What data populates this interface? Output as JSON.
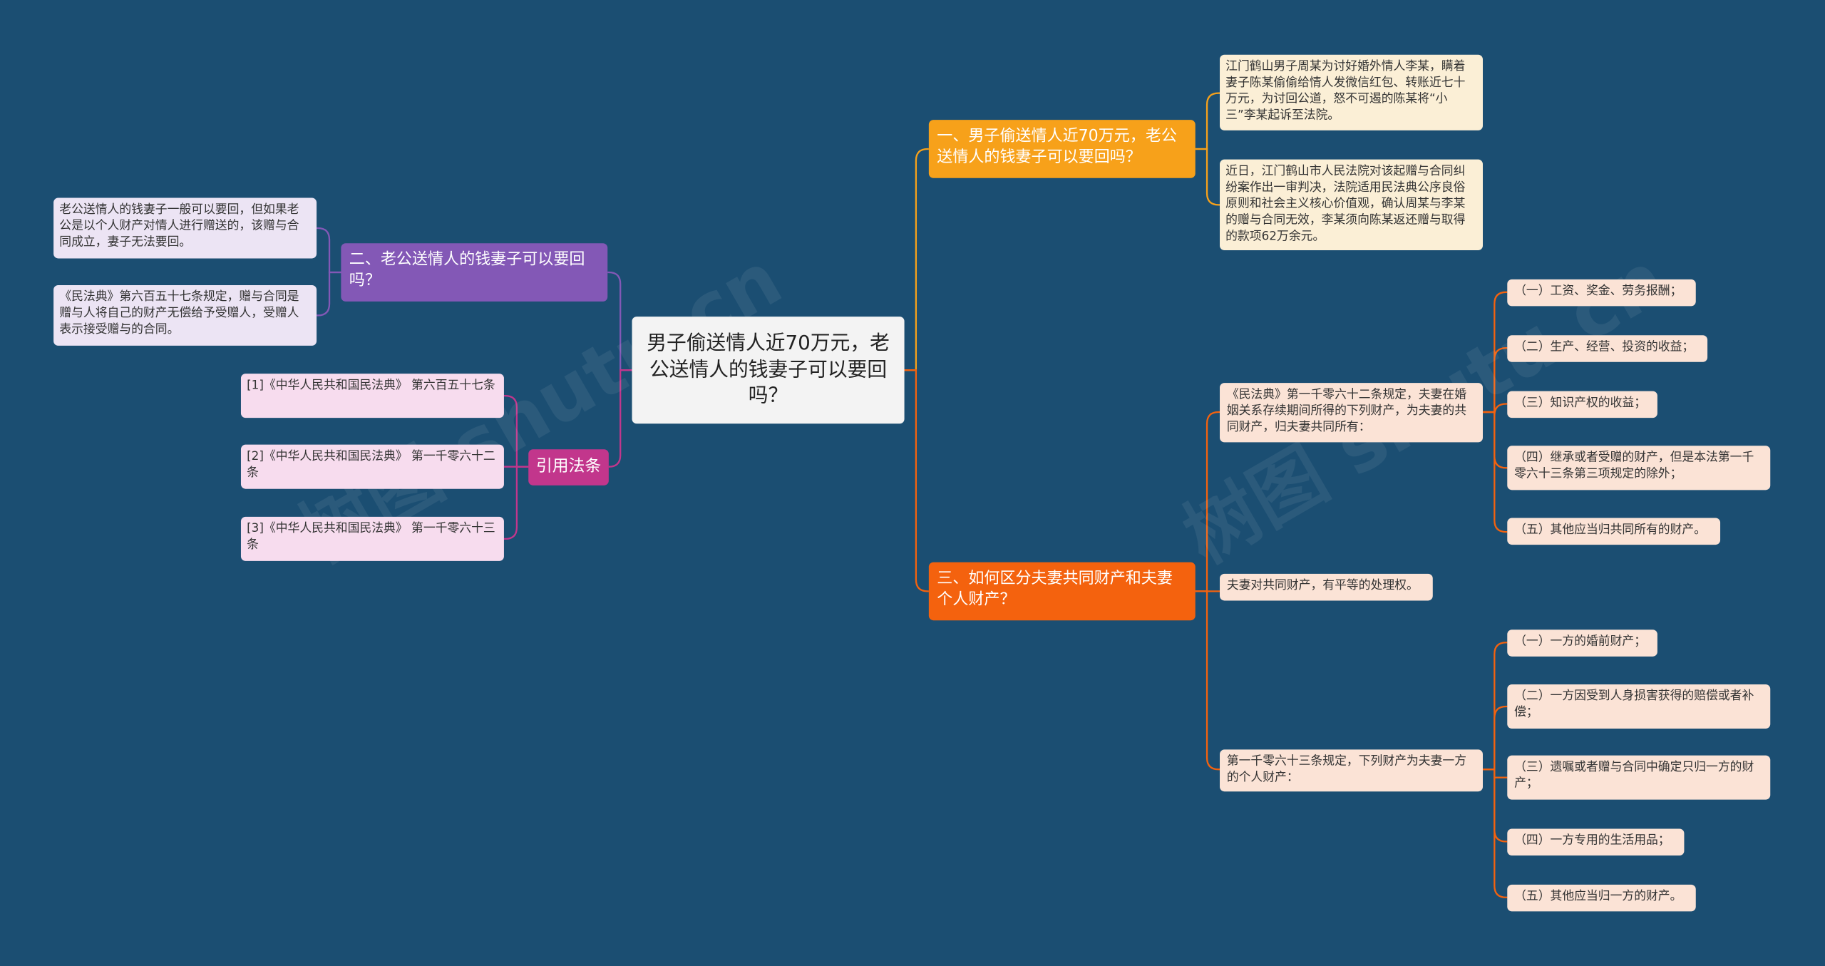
{
  "root": {
    "title": "男子偷送情人近70万元，老公送情人的钱妻子可以要回吗？"
  },
  "branch1": {
    "title": "一、男子偷送情人近70万元，老公送情人的钱妻子可以要回吗？",
    "leaves": [
      "江门鹤山男子周某为讨好婚外情人李某，瞒着妻子陈某偷偷给情人发微信红包、转账近七十万元，为讨回公道，怒不可遏的陈某将“小三”李某起诉至法院。",
      "近日，江门鹤山市人民法院对该起赠与合同纠纷案作出一审判决，法院适用民法典公序良俗原则和社会主义核心价值观，确认周某与李某的赠与合同无效，李某须向陈某返还赠与取得的款项62万余元。"
    ]
  },
  "branch2": {
    "title": "二、老公送情人的钱妻子可以要回吗？",
    "leaves": [
      "老公送情人的钱妻子一般可以要回，但如果老公是以个人财产对情人进行赠送的，该赠与合同成立，妻子无法要回。",
      "《民法典》第六百五十七条规定，赠与合同是赠与人将自己的财产无偿给予受赠人，受赠人表示接受赠与的合同。"
    ]
  },
  "branch3": {
    "title": "三、如何区分夫妻共同财产和夫妻个人财产？",
    "sub1": {
      "text": "《民法典》第一千零六十二条规定，夫妻在婚姻关系存续期间所得的下列财产，为夫妻的共同财产，归夫妻共同所有：",
      "items": [
        "（一）工资、奖金、劳务报酬；",
        "（二）生产、经营、投资的收益；",
        "（三）知识产权的收益；",
        "（四）继承或者受赠的财产，但是本法第一千零六十三条第三项规定的除外；",
        "（五）其他应当归共同所有的财产。"
      ]
    },
    "sub2": {
      "text": "夫妻对共同财产，有平等的处理权。"
    },
    "sub3": {
      "text": "第一千零六十三条规定，下列财产为夫妻一方的个人财产：",
      "items": [
        "（一）一方的婚前财产；",
        "（二）一方因受到人身损害获得的赔偿或者补偿；",
        "（三）遗嘱或者赠与合同中确定只归一方的财产；",
        "（四）一方专用的生活用品；",
        "（五）其他应当归一方的财产。"
      ]
    }
  },
  "refs": {
    "title": "引用法条",
    "items": [
      "[1]《中华人民共和国民法典》 第六百五十七条",
      "[2]《中华人民共和国民法典》 第一千零六十二条",
      "[3]《中华人民共和国民法典》 第一千零六十三条"
    ]
  },
  "watermark": "树图 shutu.cn",
  "colors": {
    "background": "#1b4e72",
    "branch1": "#f7a11a",
    "branch2": "#8358b6",
    "branch3": "#f4620e",
    "refs": "#c2368c"
  }
}
